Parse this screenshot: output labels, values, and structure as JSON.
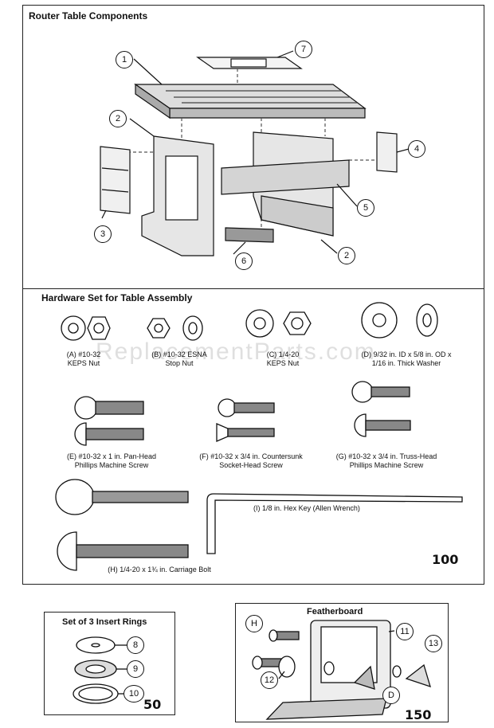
{
  "sections": {
    "router_table": {
      "title": "Router Table Components"
    },
    "hardware": {
      "title": "Hardware Set for Table Assembly"
    },
    "rings": {
      "title": "Set of 3 Insert Rings"
    },
    "featherboard": {
      "title": "Featherboard"
    }
  },
  "callouts": {
    "c1": "1",
    "c2a": "2",
    "c2b": "2",
    "c3": "3",
    "c4": "4",
    "c5": "5",
    "c6": "6",
    "c7": "7",
    "c8": "8",
    "c9": "9",
    "c10": "10",
    "c11": "11",
    "c12": "12",
    "c13": "13",
    "cH": "H",
    "cD": "D"
  },
  "hardware_items": {
    "a": "(A) #10-32\nKEPS Nut",
    "b": "(B) #10-32 ESNA\nStop Nut",
    "c": "(C) 1/4-20\nKEPS Nut",
    "d": "(D) 9/32 in. ID x 5/8 in. OD x\n1/16 in. Thick Washer",
    "e": "(E) #10-32 x 1 in. Pan-Head\nPhillips Machine Screw",
    "f": "(F) #10-32 x 3/4 in. Countersunk\nSocket-Head Screw",
    "g": "(G) #10-32 x 3/4 in. Truss-Head\nPhillips Machine Screw",
    "h": "(H) 1/4-20 x 1¾ in. Carriage Bolt",
    "i": "(I) 1/8 in. Hex Key (Allen Wrench)"
  },
  "handwritten": {
    "n100": "100",
    "n50": "50",
    "n150": "150"
  },
  "watermark": "ReplacementParts.com"
}
